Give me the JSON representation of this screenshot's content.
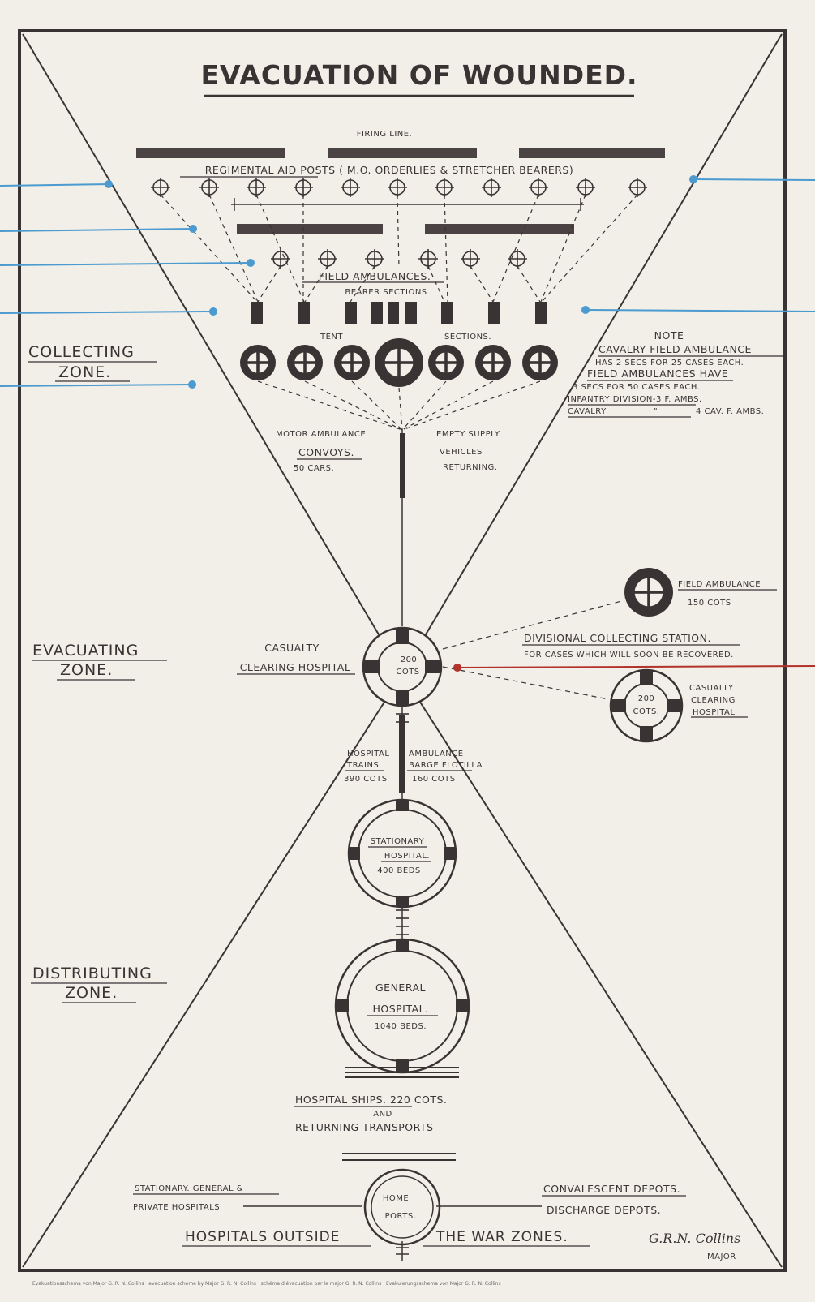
{
  "title": "EVACUATION OF WOUNDED.",
  "firing_line": "FIRING LINE.",
  "regimental_aid_posts": "REGIMENTAL AID POSTS ( M.O. ORDERLIES & STRETCHER BEARERS)",
  "field_ambulances": "FIELD AMBULANCES.",
  "bearer_sections": "BEARER SECTIONS",
  "tent": "TENT",
  "sections": "SECTIONS.",
  "note": {
    "heading": "NOTE",
    "line1": "CAVALRY FIELD AMBULANCE",
    "line2": "HAS 2 SECS FOR 25 CASES EACH.",
    "line3": "FIELD AMBULANCES HAVE",
    "line4": "3 SECS FOR 50 CASES EACH.",
    "line5a": "INFANTRY DIVISION-3 F. AMBS.",
    "line6a": "CAVALRY",
    "line6b": "\"",
    "line6c": "4 CAV. F. AMBS."
  },
  "zones": {
    "collecting_1": "COLLECTING",
    "collecting_2": "ZONE.",
    "evacuating_1": "EVACUATING",
    "evacuating_2": "ZONE.",
    "distributing_1": "DISTRIBUTING",
    "distributing_2": "ZONE."
  },
  "motor_ambulance": {
    "l1": "MOTOR AMBULANCE",
    "l2": "CONVOYS.",
    "l3": "50 CARS."
  },
  "empty_supply": {
    "l1": "EMPTY SUPPLY",
    "l2": "VEHICLES",
    "l3": "RETURNING."
  },
  "field_ambulance_side": {
    "l1": "FIELD AMBULANCE",
    "l2": "150 COTS"
  },
  "casualty_clearing": {
    "l1": "CASUALTY",
    "l2": "CLEARING HOSPITAL",
    "cots_1": "200",
    "cots_2": "COTS"
  },
  "divisional_station": {
    "l1": "DIVISIONAL COLLECTING STATION.",
    "l2": "FOR CASES WHICH WILL SOON BE RECOVERED."
  },
  "casualty_clearing_side": {
    "l1": "CASUALTY",
    "l2": "CLEARING",
    "l3": "HOSPITAL",
    "cots_1": "200",
    "cots_2": "COTS."
  },
  "hospital_trains": {
    "l1": "HOSPITAL",
    "l2": "TRAINS",
    "l3": "390 COTS"
  },
  "ambulance_barge": {
    "l1": "AMBULANCE",
    "l2": "BARGE FLOTILLA",
    "l3": "160 COTS"
  },
  "stationary_hospital": {
    "l1": "STATIONARY",
    "l2": "HOSPITAL.",
    "l3": "400 BEDS"
  },
  "general_hospital": {
    "l1": "GENERAL",
    "l2": "HOSPITAL.",
    "l3": "1040 BEDS."
  },
  "hospital_ships": {
    "l1": "HOSPITAL SHIPS. 220 COTS.",
    "l2": "AND",
    "l3": "RETURNING TRANSPORTS"
  },
  "home_ports": {
    "l1": "HOME",
    "l2": "PORTS."
  },
  "left_bottom": {
    "l1": "STATIONARY. GENERAL &",
    "l2": "PRIVATE HOSPITALS"
  },
  "right_bottom": {
    "l1": "CONVALESCENT DEPOTS.",
    "l2": "DISCHARGE DEPOTS."
  },
  "bottom_left_big": "HOSPITALS OUTSIDE",
  "bottom_right_big": "THE WAR ZONES.",
  "signature": "G.R.N. Collins",
  "signature_rank": "MAJOR",
  "caption": "Evakuationsschema von Major G. R. N. Collins · evacuation scheme by Major G. R. N. Collins · schéma d'évacuation par le major G. R. N. Collins · Evakuierungsschema von Major G. R. N. Collins",
  "colors": {
    "ink": "#3a3334",
    "paper": "#f1efe8",
    "pointer_blue": "#4b9ad0",
    "pointer_red": "#b3322b"
  }
}
